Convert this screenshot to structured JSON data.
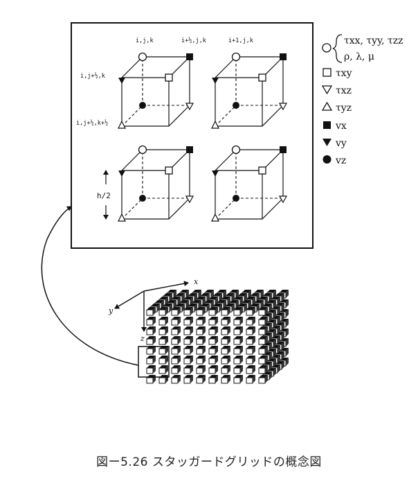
{
  "caption": "図ー5.26 スタッガードグリッドの概念図",
  "node_labels": {
    "ijk": "i,j,k",
    "i_half": "i+½,j,k",
    "i_plus1": "i+1,j,k",
    "j_half": "i,j+½,k",
    "jk_half": "i,j+½,k+½"
  },
  "spacing_label": "h/2",
  "axes": {
    "x": "x",
    "y": "y",
    "z": "z"
  },
  "legend": {
    "circle_line1": "τxx, τyy, τzz",
    "circle_line2": "ρ, λ, μ",
    "square_open": "τxy",
    "tri_down_open": "τxz",
    "tri_up_open": "τyz",
    "square_filled": "vx",
    "tri_down_filled": "vy",
    "circle_filled": "vz"
  },
  "legend_symbols": {
    "circle_open": "open-circle-icon",
    "square_open": "open-square-icon",
    "tri_down_open": "open-down-triangle-icon",
    "tri_up_open": "open-up-triangle-icon",
    "square_filled": "filled-square-icon",
    "tri_down_filled": "filled-down-triangle-icon",
    "circle_filled": "filled-circle-icon"
  }
}
